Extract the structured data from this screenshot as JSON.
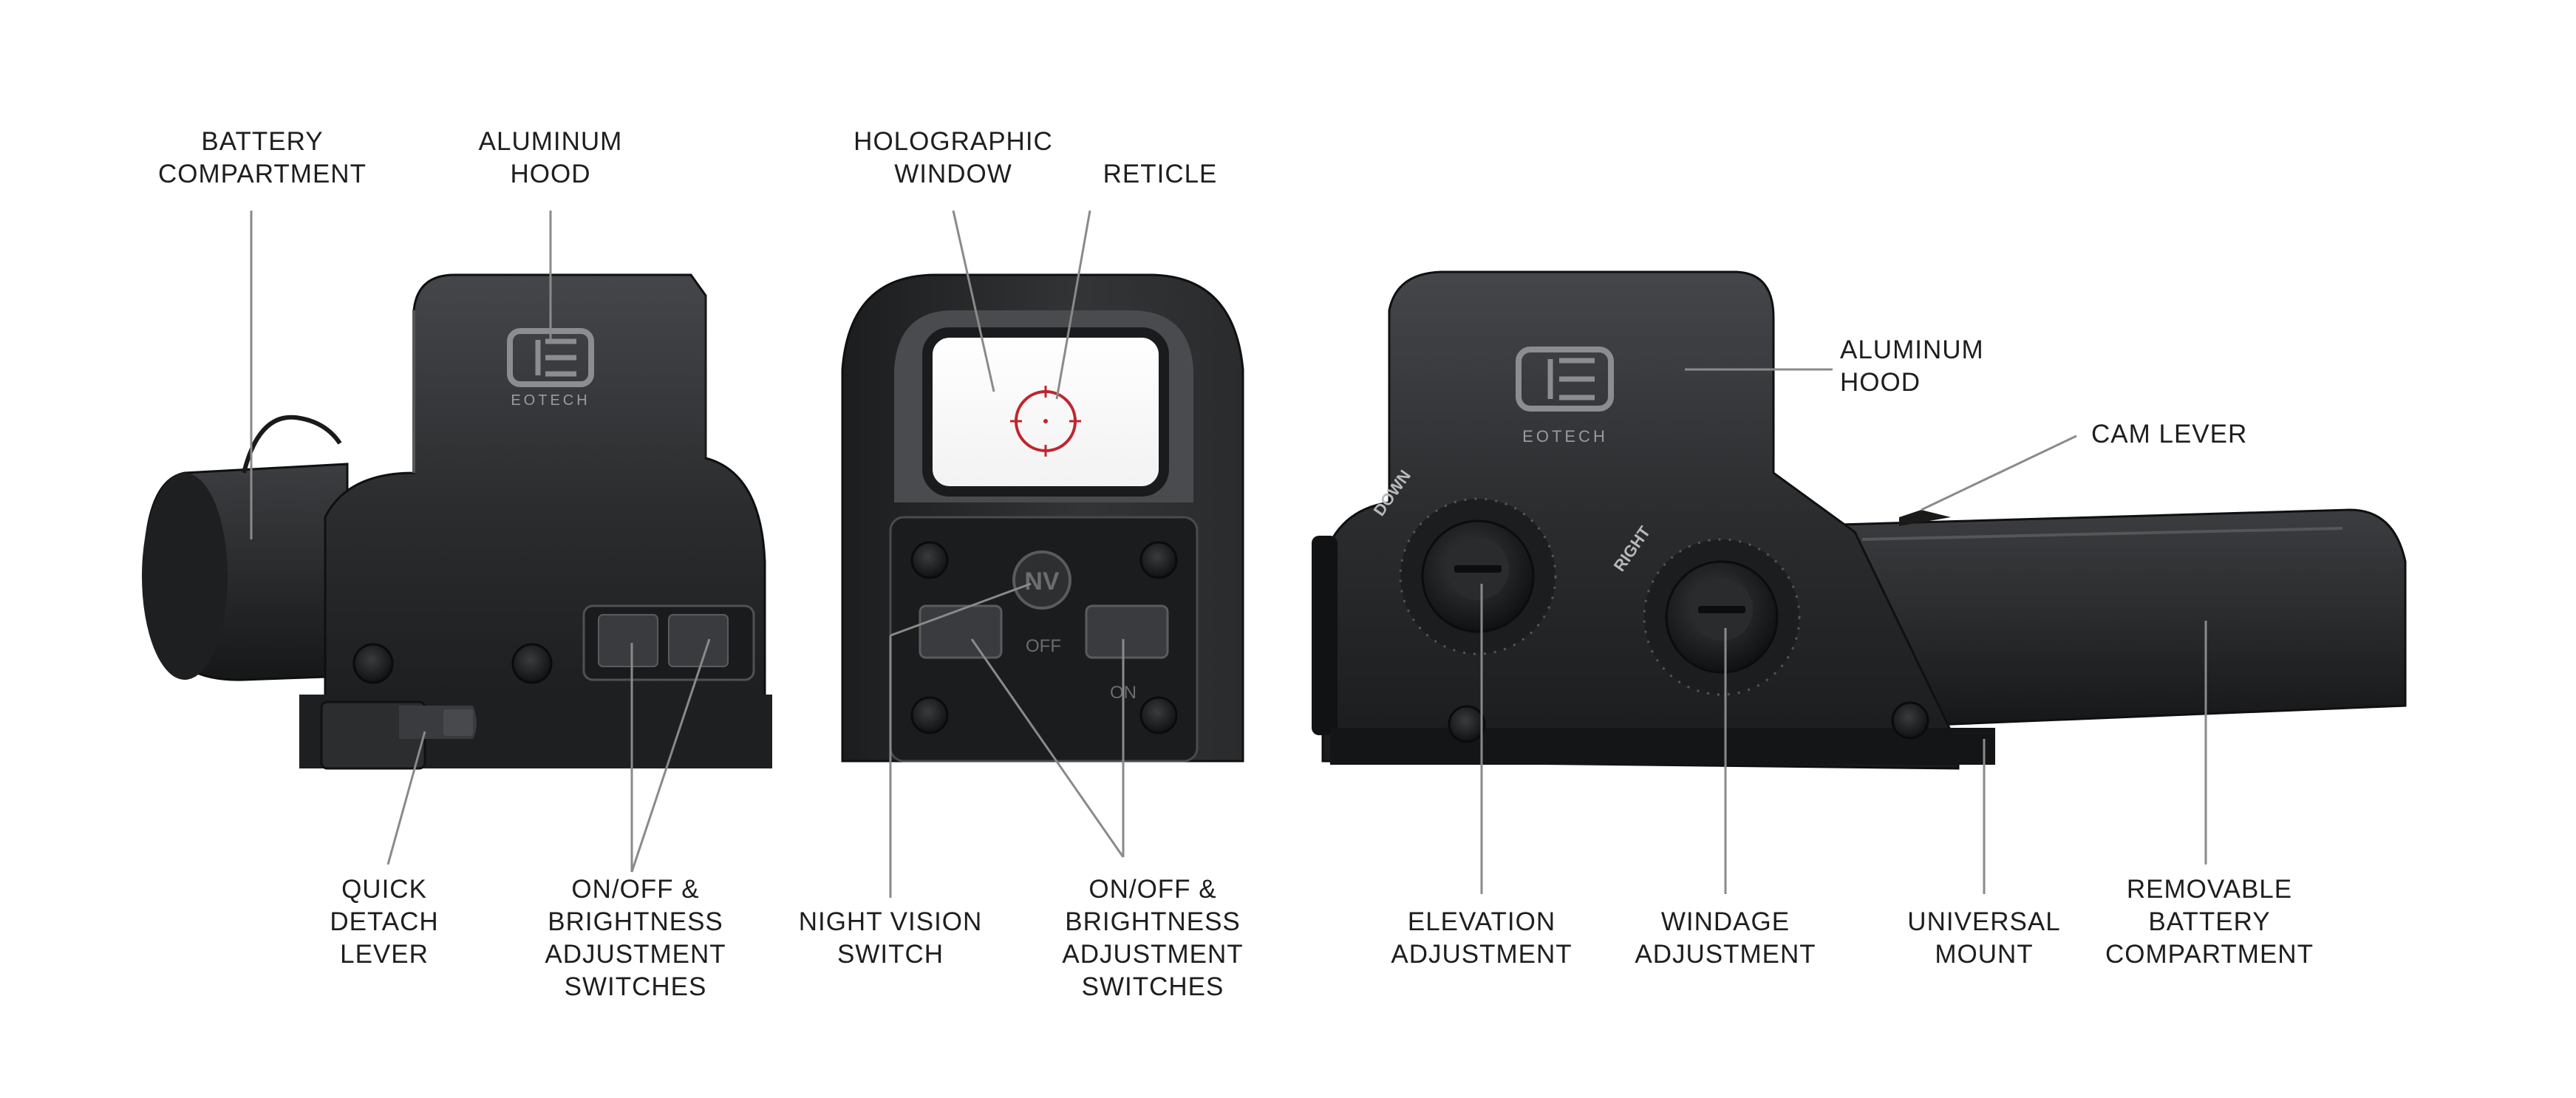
{
  "labels": {
    "battery_compartment": [
      "BATTERY",
      "COMPARTMENT"
    ],
    "aluminum_hood_left": [
      "ALUMINUM",
      "HOOD"
    ],
    "holographic_window": [
      "HOLOGRAPHIC",
      "WINDOW"
    ],
    "reticle": [
      "RETICLE"
    ],
    "aluminum_hood_right": [
      "ALUMINUM",
      "HOOD"
    ],
    "cam_lever": [
      "CAM LEVER"
    ],
    "quick_detach_lever": [
      "QUICK",
      "DETACH",
      "LEVER"
    ],
    "switches_left": [
      "ON/OFF &",
      "BRIGHTNESS",
      "ADJUSTMENT",
      "SWITCHES"
    ],
    "night_vision_switch": [
      "NIGHT VISION",
      "SWITCH"
    ],
    "switches_center": [
      "ON/OFF &",
      "BRIGHTNESS",
      "ADJUSTMENT",
      "SWITCHES"
    ],
    "elevation_adjustment": [
      "ELEVATION",
      "ADJUSTMENT"
    ],
    "windage_adjustment": [
      "WINDAGE",
      "ADJUSTMENT"
    ],
    "universal_mount": [
      "UNIVERSAL",
      "MOUNT"
    ],
    "removable_battery_compartment": [
      "REMOVABLE",
      "BATTERY",
      "COMPARTMENT"
    ]
  },
  "product_marks": {
    "brand_left": "EOTECH",
    "brand_right": "EOTECH",
    "nv_button": "NV",
    "off_marking": "OFF",
    "on_marking": "ON",
    "down_marking": "DOWN",
    "right_marking": "RIGHT"
  },
  "colors": {
    "body": "#2b2c2e",
    "body_dark": "#161718",
    "body_light": "#4a4b4e",
    "leader_line": "#8a8a8a",
    "reticle": "#c0252d",
    "text": "#1e1e1e"
  }
}
